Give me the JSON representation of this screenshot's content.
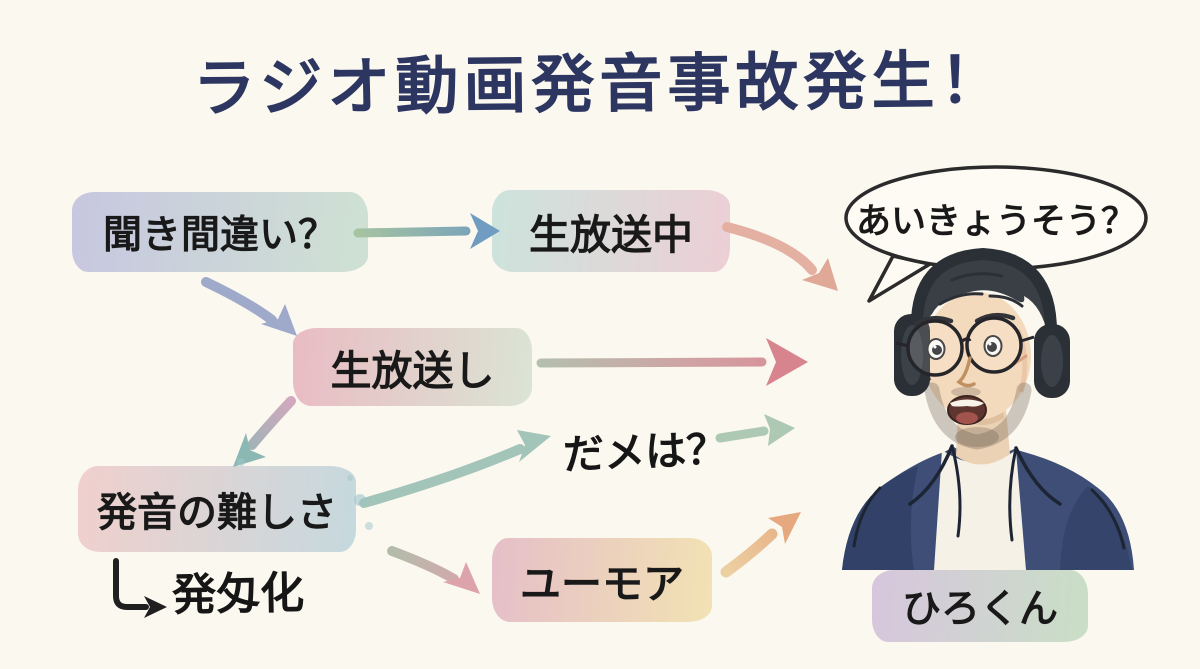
{
  "title": "ラジオ動画発音事故発生！",
  "nodes": [
    {
      "id": "mishearing",
      "label": "聞き間違い？",
      "gradient": [
        "#c7c7e0",
        "#cfe1d3"
      ]
    },
    {
      "id": "live-broadcast-now",
      "label": "生放送中",
      "gradient": [
        "#cde3dc",
        "#eccfd6"
      ]
    },
    {
      "id": "live-broadcast",
      "label": "生放送し",
      "gradient": [
        "#e9bcc3",
        "#dbe4d4"
      ]
    },
    {
      "id": "pronunciation-difficulty",
      "label": "発音の難しさ",
      "gradient": [
        "#f0d0cd",
        "#c5d9de"
      ]
    },
    {
      "id": "humor",
      "label": "ユーモア",
      "gradient": [
        "#e5bfc8",
        "#f2e2b3"
      ]
    },
    {
      "id": "hirokun-name",
      "label": "ひろくん",
      "gradient": [
        "#d7c6dd",
        "#c9dfc6"
      ]
    }
  ],
  "annotations": {
    "dame_question": "だメは？",
    "hatsumonka": "発匁化"
  },
  "speech_bubble": {
    "text": "あいきょうそう？"
  },
  "palette": {
    "background": "#fbf8f0",
    "title_ink": "#2c3660",
    "text_ink": "#191919",
    "arrow_green_blue": [
      "#a7c4a0",
      "#6f9cc0"
    ],
    "arrow_salmon": "#e4b0a2",
    "arrow_blue_grey": "#9fa9c9",
    "arrow_grey_pink": [
      "#b4bfae",
      "#d88e97"
    ],
    "arrow_pink_teal": [
      "#d2a8be",
      "#8cb8b4"
    ],
    "arrow_teal": "#a3c4b8",
    "arrow_grey_rose": [
      "#b3bcab",
      "#dda3ab"
    ],
    "arrow_orange": [
      "#ecd0a2",
      "#e6a97f"
    ],
    "blazer_navy": "#3e4e76",
    "headphone_black": "#2b3036"
  }
}
